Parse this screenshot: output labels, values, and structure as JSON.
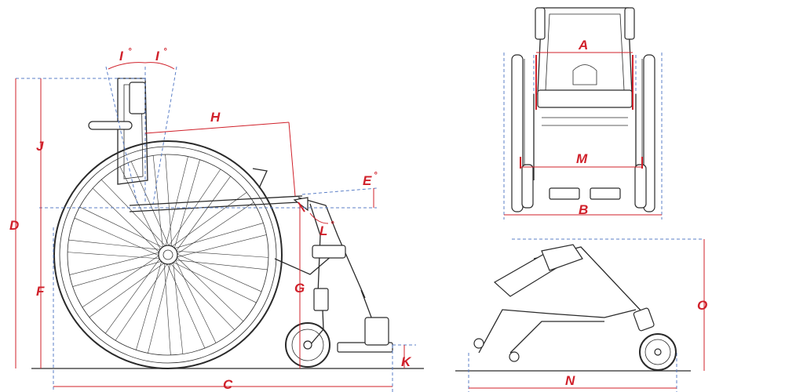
{
  "labels": {
    "A": "A",
    "B": "B",
    "C": "C",
    "D": "D",
    "E": "E",
    "E_unit": "°",
    "F": "F",
    "G": "G",
    "H": "H",
    "I": "I",
    "I_unit": "°",
    "J": "J",
    "K": "K",
    "L": "L",
    "L_unit": "°",
    "M": "M",
    "N": "N",
    "O": "O"
  },
  "colors": {
    "dimension": "#d0202a",
    "guide": "#5b7fc7",
    "drawing": "#2a2a2a"
  }
}
